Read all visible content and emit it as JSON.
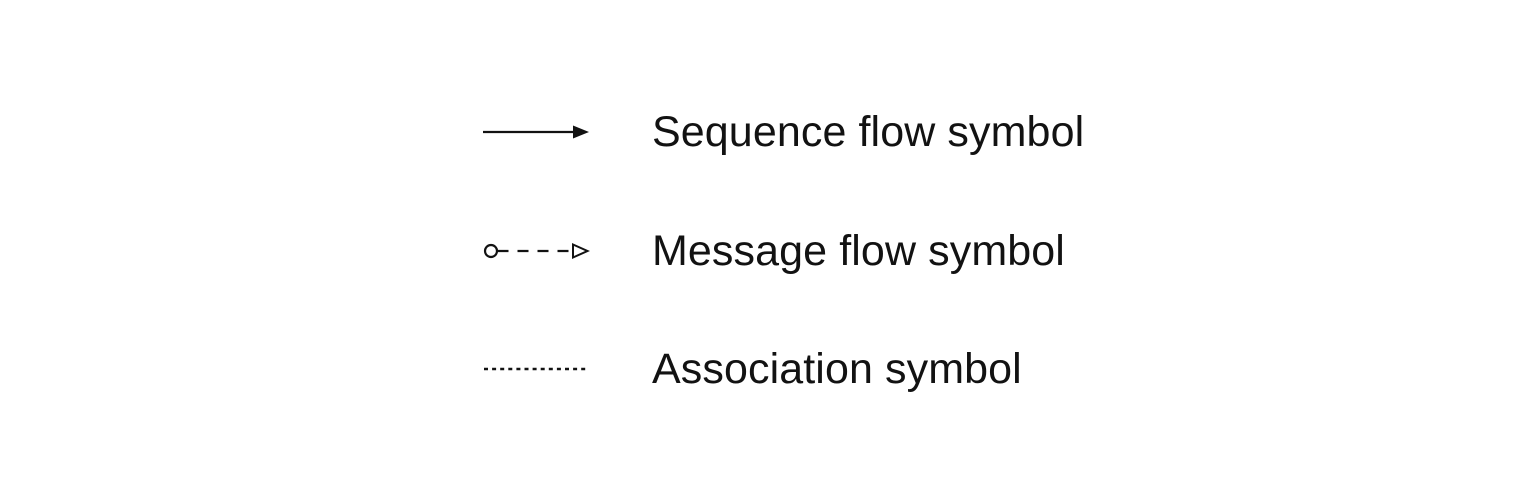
{
  "legend": {
    "background_color": "#ffffff",
    "stroke_color": "#121212",
    "text_color": "#121212",
    "rows": [
      {
        "symbol_name": "sequence-flow-symbol",
        "label": "Sequence flow symbol",
        "line_style": "solid",
        "start_marker": "none",
        "end_marker": "filled-triangle-arrowhead"
      },
      {
        "symbol_name": "message-flow-symbol",
        "label": "Message flow symbol",
        "line_style": "dashed",
        "start_marker": "open-circle",
        "end_marker": "open-triangle-arrowhead"
      },
      {
        "symbol_name": "association-symbol",
        "label": "Association symbol",
        "line_style": "dotted",
        "start_marker": "none",
        "end_marker": "none"
      }
    ]
  }
}
